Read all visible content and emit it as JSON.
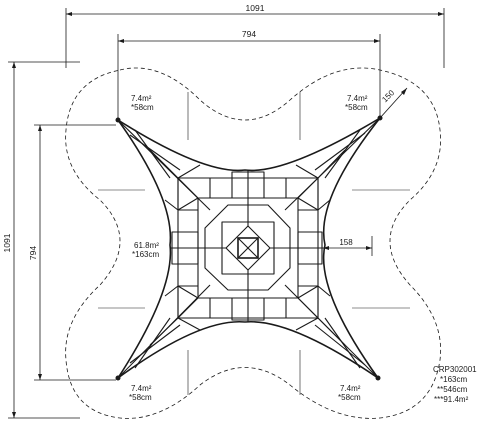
{
  "dimensions": {
    "overall_width": "1091",
    "inner_width": "794",
    "overall_height": "1091",
    "inner_height": "794",
    "arm_width": "158",
    "corner_offset": "150"
  },
  "zones": {
    "top_left": {
      "area": "7.4m²",
      "height": "*58cm"
    },
    "top_right": {
      "area": "7.4m²",
      "height": "*58cm"
    },
    "bottom_left": {
      "area": "7.4m²",
      "height": "*58cm"
    },
    "bottom_right": {
      "area": "7.4m²",
      "height": "*58cm"
    },
    "center": {
      "area": "61.8m²",
      "height": "*163cm"
    }
  },
  "product": {
    "code": "CRP302001",
    "free_fall_height": "*163cm",
    "total_height": "**546cm",
    "safety_area": "***91.4m²"
  }
}
